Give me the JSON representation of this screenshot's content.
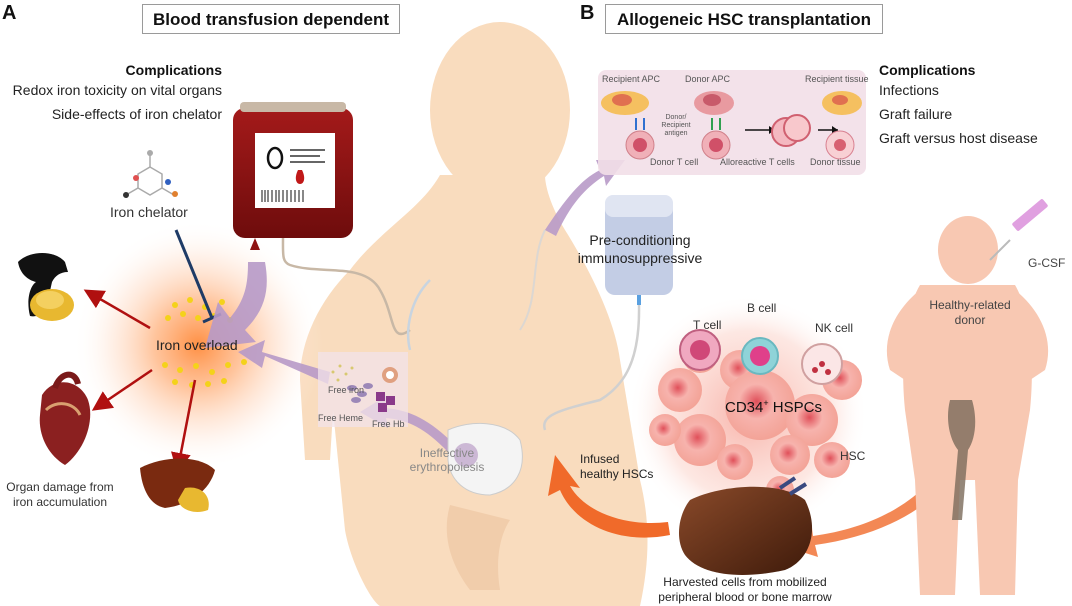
{
  "panel_a": {
    "letter": "A",
    "title": "Blood transfusion dependent",
    "complications_heading": "Complications",
    "complications": [
      "Redox iron toxicity on vital organs",
      "Side-effects of iron chelator"
    ],
    "iron_chelator": "Iron chelator",
    "iron_overload": "Iron overload",
    "organ_damage": [
      "Organ damage from",
      "iron accumulation"
    ],
    "free_iron": "Free iron",
    "free_heme": "Free Heme",
    "free_hb": "Free Hb",
    "ineffective": [
      "Ineffective",
      "erythropoiesis"
    ]
  },
  "panel_b": {
    "letter": "B",
    "title": "Allogeneic HSC transplantation",
    "complications_heading": "Complications",
    "complications": [
      "Infections",
      "Graft failure",
      "Graft versus host disease"
    ],
    "recipient_apc": "Recipient APC",
    "donor_apc": "Donor APC",
    "recipient_tissue": "Recipient tissue",
    "donor_recipient_antigen": [
      "Donor/",
      "Recipient",
      "antigen"
    ],
    "donor_t_cell": "Donor T cell",
    "alloreactive_t_cells": "Alloreactive T cells",
    "donor_tissue": "Donor tissue",
    "preconditioning": [
      "Pre-conditioning",
      "immunosuppressive"
    ],
    "t_cell": "T cell",
    "b_cell": "B cell",
    "nk_cell": "NK cell",
    "cd34_main": "CD34",
    "cd34_sup": "+",
    "cd34_rest": " HSPCs",
    "hsc": "HSC",
    "infused": [
      "Infused",
      "healthy HSCs"
    ],
    "harvested": [
      "Harvested cells from mobilized",
      "peripheral blood or bone marrow"
    ],
    "donor": [
      "Healthy-related",
      "donor"
    ],
    "gcsf": "G-CSF"
  },
  "colors": {
    "skin": "#f9dcbe",
    "arrow_red": "#b01010",
    "arrow_purple": "#b89ac8",
    "arrow_orange": "#f06a2a",
    "chelator_line": "#1f3b66",
    "blood": "#8e1212"
  }
}
